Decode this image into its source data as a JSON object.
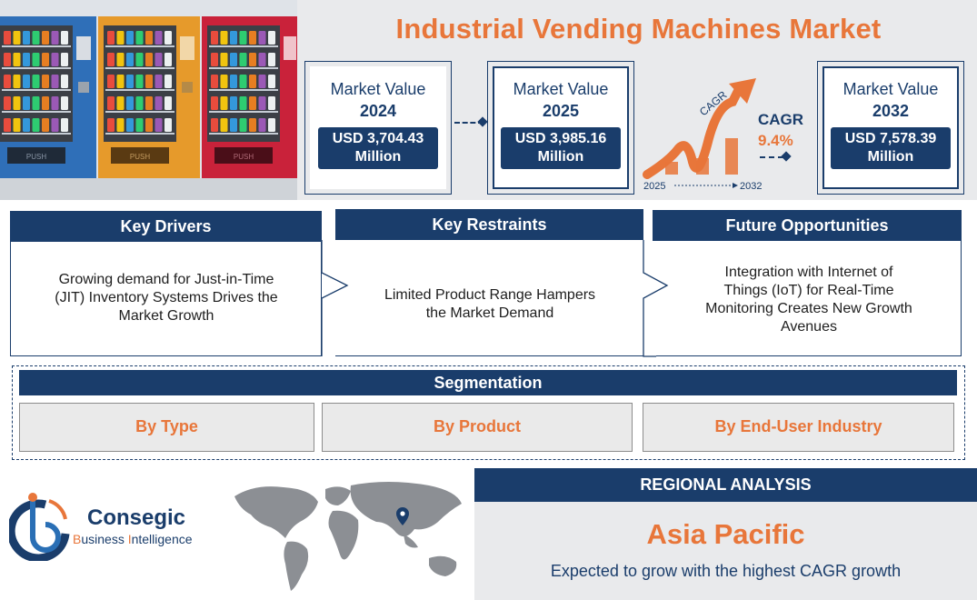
{
  "title": "Industrial Vending Machines Market",
  "market_values": [
    {
      "label_line1": "Market Value",
      "label_line2": "2024",
      "value_line1": "USD 3,704.43",
      "value_line2": "Million"
    },
    {
      "label_line1": "Market Value",
      "label_line2": "2025",
      "value_line1": "USD 3,985.16",
      "value_line2": "Million"
    },
    {
      "label_line1": "Market Value",
      "label_line2": "2032",
      "value_line1": "USD 7,578.39",
      "value_line2": "Million"
    }
  ],
  "cagr": {
    "title": "CAGR",
    "value": "9.4%",
    "arrow_label": "CAGR",
    "start_year": "2025",
    "end_year": "2032"
  },
  "vending_labels": [
    "PUSH",
    "PUSH",
    "PUSH"
  ],
  "columns": [
    {
      "heading": "Key Drivers",
      "text": [
        "Growing demand for Just-in-Time",
        "(JIT) Inventory Systems Drives the",
        "Market Growth"
      ]
    },
    {
      "heading": "Key Restraints",
      "text": [
        "Limited Product Range Hampers",
        "the Market Demand"
      ]
    },
    {
      "heading": "Future Opportunities",
      "text": [
        "Integration with Internet of",
        "Things (IoT) for Real-Time",
        "Monitoring Creates New Growth",
        "Avenues"
      ]
    }
  ],
  "segmentation": {
    "heading": "Segmentation",
    "items": [
      "By Type",
      "By Product",
      "By End-User Industry"
    ]
  },
  "brand": {
    "name": "Consegic",
    "sub_words": [
      "B",
      "usiness ",
      "I",
      "ntelligence"
    ]
  },
  "regional": {
    "heading": "REGIONAL ANALYSIS",
    "region": "Asia Pacific",
    "description": "Expected to grow with the highest CAGR growth"
  },
  "colors": {
    "navy": "#1a3d6b",
    "orange": "#e8763a",
    "panel_grey": "#e9eaec"
  },
  "icons": [
    "vending-machines-illustration",
    "growth-arrow-icon",
    "world-map-icon",
    "location-pin-icon",
    "consegic-logo"
  ]
}
